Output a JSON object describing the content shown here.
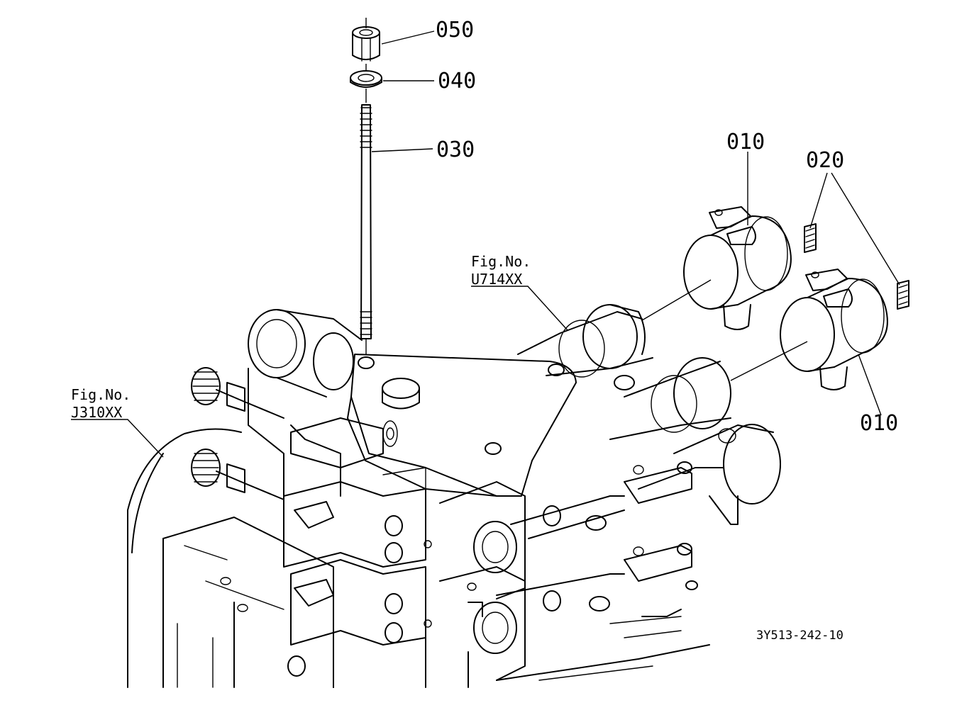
{
  "parts": {
    "p050": "050",
    "p040": "040",
    "p030": "030",
    "p010_top": "010",
    "p020": "020",
    "p010_bottom": "010"
  },
  "figure_refs": {
    "u714": {
      "line1": "Fig.No.",
      "line2": "U714XX"
    },
    "j310": {
      "line1": "Fig.No.",
      "line2": "J310XX"
    }
  },
  "drawing_code": "3Y513-242-10"
}
